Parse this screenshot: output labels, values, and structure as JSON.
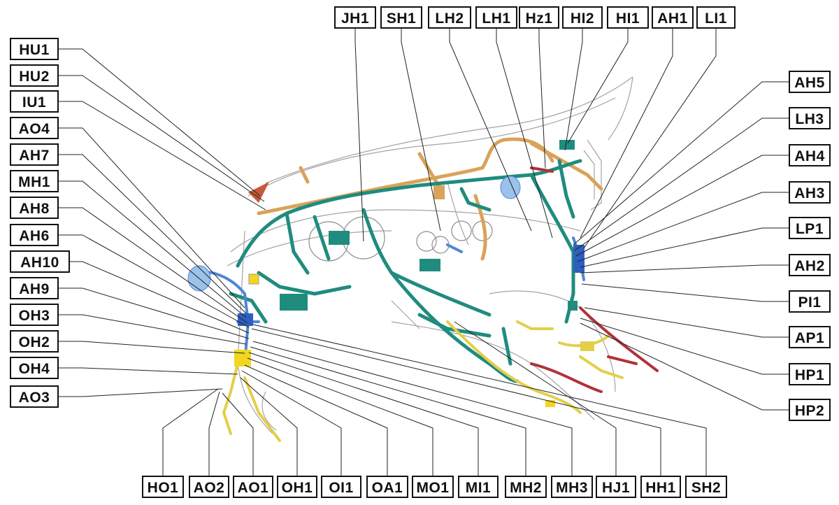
{
  "labels": {
    "top": [
      "JH1",
      "SH1",
      "LH2",
      "LH1",
      "Hz1",
      "HI2",
      "HI1",
      "AH1",
      "LI1"
    ],
    "left": [
      "HU1",
      "HU2",
      "IU1",
      "AO4",
      "AH7",
      "MH1",
      "AH8",
      "AH6",
      "AH10",
      "AH9",
      "OH3",
      "OH2",
      "OH4",
      "AO3"
    ],
    "right": [
      "AH5",
      "LH3",
      "AH4",
      "AH3",
      "LP1",
      "AH2",
      "PI1",
      "AP1",
      "HP1",
      "HP2"
    ],
    "bottom": [
      "HO1",
      "AO2",
      "AO1",
      "OH1",
      "OI1",
      "OA1",
      "MO1",
      "MI1",
      "MH2",
      "MH3",
      "HJ1",
      "HH1",
      "SH2"
    ]
  },
  "colors": {
    "harness_teal": "#1f8c7e",
    "harness_orange": "#d9a35a",
    "harness_yellow": "#e3cf4a",
    "harness_blue": "#4f86d6",
    "harness_red": "#b0323a",
    "outline": "#9a9a9a",
    "leader": "#222222",
    "box_border": "#111111"
  }
}
